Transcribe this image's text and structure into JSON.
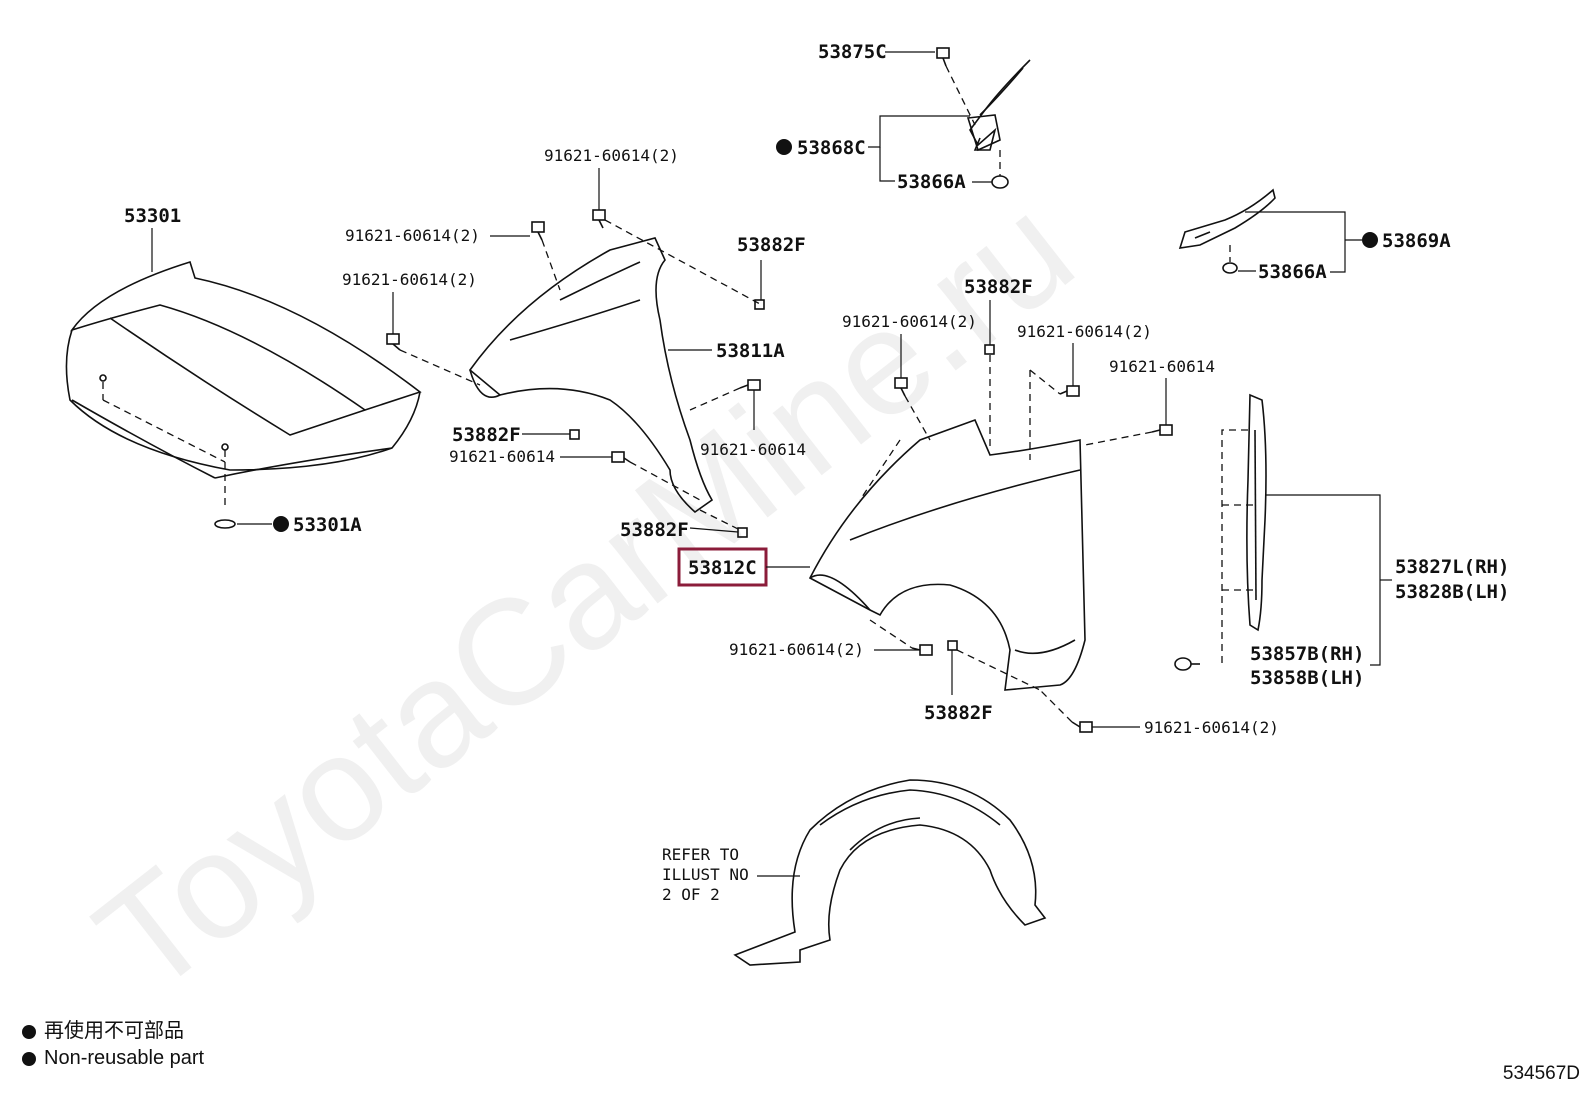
{
  "watermark": "ToyotaCarMine.ru",
  "highlight_color": "#8b1c3a",
  "labels": {
    "hood": "53301",
    "hood_grommet": "53301A",
    "bolt_top_1": "91621-60614(2)",
    "bolt_top_2": "91621-60614(2)",
    "bolt_top_3": "91621-60614(2)",
    "clip_53882f_top": "53882F",
    "liner_53811a": "53811A",
    "clip_53882f_left": "53882F",
    "bolt_left_91621": "91621-60614",
    "bolt_right_91621": "91621-60614",
    "clip_53882f_bottom_left": "53882F",
    "fender_53812c": "53812C",
    "clip_53882f_mid": "53882F",
    "bolt_mid_1": "91621-60614(2)",
    "bolt_mid_2": "91621-60614(2)",
    "bolt_mid_3": "91621-60614",
    "bolt_lower": "91621-60614(2)",
    "clip_53882f_lower": "53882F",
    "bolt_bottom": "91621-60614(2)",
    "bracket_53875c": "53875C",
    "seal_53868c": "53868C",
    "clip_53866a_top": "53866A",
    "seal_53869a": "53869A",
    "clip_53866a_right": "53866A",
    "panel_rh": "53827L(RH)",
    "panel_lh": "53828B(LH)",
    "clip_rh": "53857B(RH)",
    "clip_lh": "53858B(LH)",
    "refer_1": "REFER TO",
    "refer_2": "ILLUST NO",
    "refer_3": "2 OF 2"
  },
  "legend": {
    "line_jp": "再使用不可部品",
    "line_en": "Non-reusable part"
  },
  "figure_id": "534567D"
}
